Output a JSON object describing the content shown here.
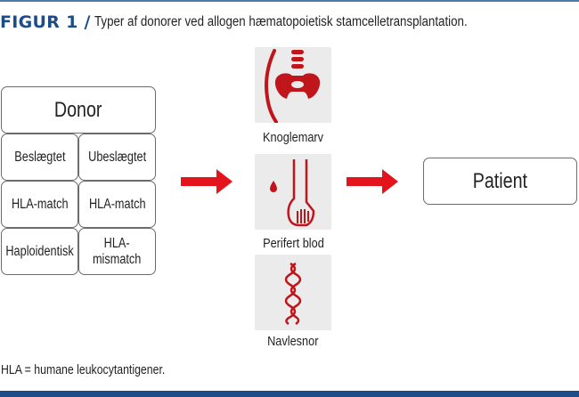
{
  "header": {
    "figure_label": "FIGUR 1 /",
    "caption": "Typer af donorer ved allogen hæmatopoietisk stamcelletransplantation."
  },
  "donor_table": {
    "title": "Donor",
    "rows": [
      [
        "Beslægtet",
        "Ubeslægtet"
      ],
      [
        "HLA-match",
        "HLA-match"
      ],
      [
        "Haploidentisk",
        "HLA-\nmismatch"
      ]
    ]
  },
  "sources": [
    {
      "label": "Knoglemarv",
      "icon": "bone-marrow-pelvis-icon"
    },
    {
      "label": "Perifert blod",
      "icon": "blood-drop-arm-icon"
    },
    {
      "label": "Navlesnor",
      "icon": "umbilical-cord-icon"
    }
  ],
  "recipient": {
    "label": "Patient"
  },
  "footnote": "HLA = humane leukocytantigener.",
  "colors": {
    "accent_red": "#e3141b",
    "icon_red": "#c0151b",
    "brand_blue": "#1d4c86",
    "tile_gray": "#ebebeb"
  }
}
